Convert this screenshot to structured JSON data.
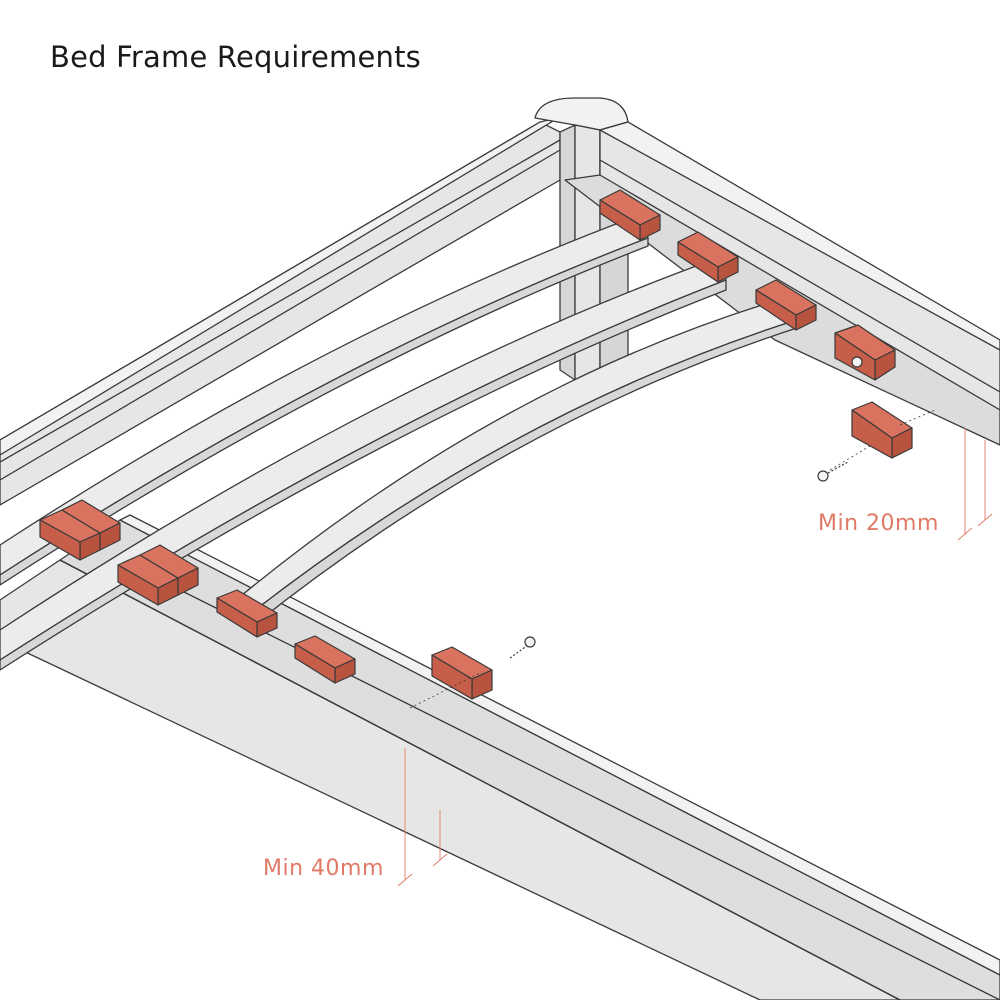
{
  "title": "Bed Frame Requirements",
  "labels": {
    "rail_min_right": "Min 20mm",
    "rail_min_left": "Min 40mm"
  },
  "colors": {
    "frame_fill": "#e6e6e6",
    "frame_shade": "#d6d6d6",
    "frame_stroke": "#3a3a3a",
    "slat_fill": "#e8e8e8",
    "holder_fill": "#d9735f",
    "holder_dark": "#b8533f",
    "annotation": "#e07a66",
    "title_color": "#1a1a1a"
  },
  "icons": [
    "screw-icon",
    "slat-holder-icon"
  ]
}
